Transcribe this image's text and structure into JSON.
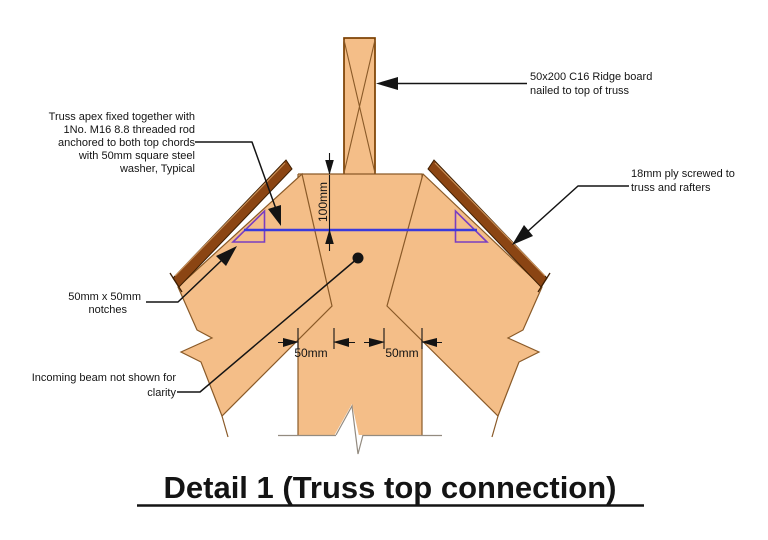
{
  "drawing": {
    "title": "Detail 1 (Truss top connection)",
    "annotations": {
      "apex_note": {
        "lines": [
          "Truss apex fixed together with",
          "1No. M16 8.8 threaded rod",
          "anchored to both top chords",
          "with 50mm square steel",
          "washer, Typical"
        ]
      },
      "ridge_note": {
        "lines": [
          "50x200 C16 Ridge board",
          "nailed to top of truss"
        ]
      },
      "ply_note": {
        "lines": [
          "18mm ply screwed to",
          "truss and rafters"
        ]
      },
      "notches_note": {
        "lines": [
          "50mm x 50mm",
          "notches"
        ]
      },
      "beam_note": {
        "lines": [
          "Incoming beam not shown for",
          "clarity"
        ]
      }
    },
    "dimensions": {
      "rod_offset_label": "100mm",
      "left_gap_label": "50mm",
      "right_gap_label": "50mm"
    },
    "colors": {
      "timber_fill": "#F4BE88",
      "timber_outline": "#8A5A28",
      "ply_fill": "#8B4513",
      "ply_outline": "#3D1E02",
      "rod_blue": "#3A3ADC",
      "washer_purple": "#7A3EC1",
      "ink": "#141414",
      "cut_line": "#938B80"
    }
  }
}
